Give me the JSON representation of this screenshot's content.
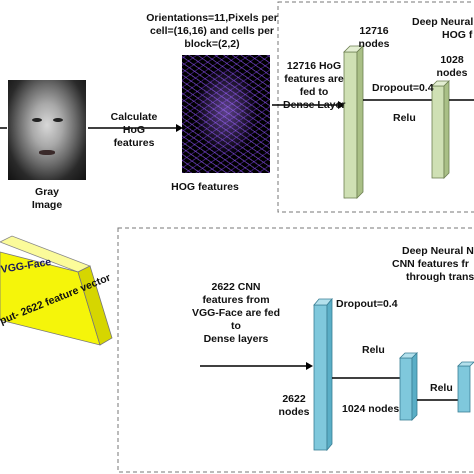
{
  "left": {
    "gray_image_label": [
      "Gray",
      "Image"
    ],
    "calc_hog_label": [
      "Calculate",
      "HoG",
      "features"
    ],
    "orientations_label": [
      "Orientations=11,Pixels per",
      "cell=(16,16) and cells per",
      "block=(2,2)"
    ],
    "hog_features_label": "HOG features"
  },
  "top_network": {
    "title_partial": [
      "Deep Neural",
      "HOG f"
    ],
    "fed_label": [
      "12716 HoG",
      "features are",
      "fed to",
      "Dense Layer"
    ],
    "layer1_nodes": [
      "12716",
      "nodes"
    ],
    "layer2_nodes": [
      "1028",
      "nodes"
    ],
    "dropout": "Dropout=0.4",
    "relu": "Relu"
  },
  "bottom_network": {
    "vgg_label": "VGG-Face",
    "vector_label": "put- 2622 feature vector",
    "title_partial": [
      "Deep Neural N",
      "CNN features fr",
      "through trans"
    ],
    "fed_label": [
      "2622 CNN",
      "features from",
      "VGG-Face are fed",
      "to",
      "Dense layers"
    ],
    "dropout": "Dropout=0.4",
    "relu1": "Relu",
    "relu2": "Relu",
    "layer1_nodes": [
      "2622",
      "nodes"
    ],
    "layer2_nodes": "1024 nodes"
  },
  "colors": {
    "green_layer": "#cfe0b4",
    "teal_layer": "#7fc8dc",
    "yellow_box": "#f5f50a",
    "dashed_border": "#777777"
  }
}
